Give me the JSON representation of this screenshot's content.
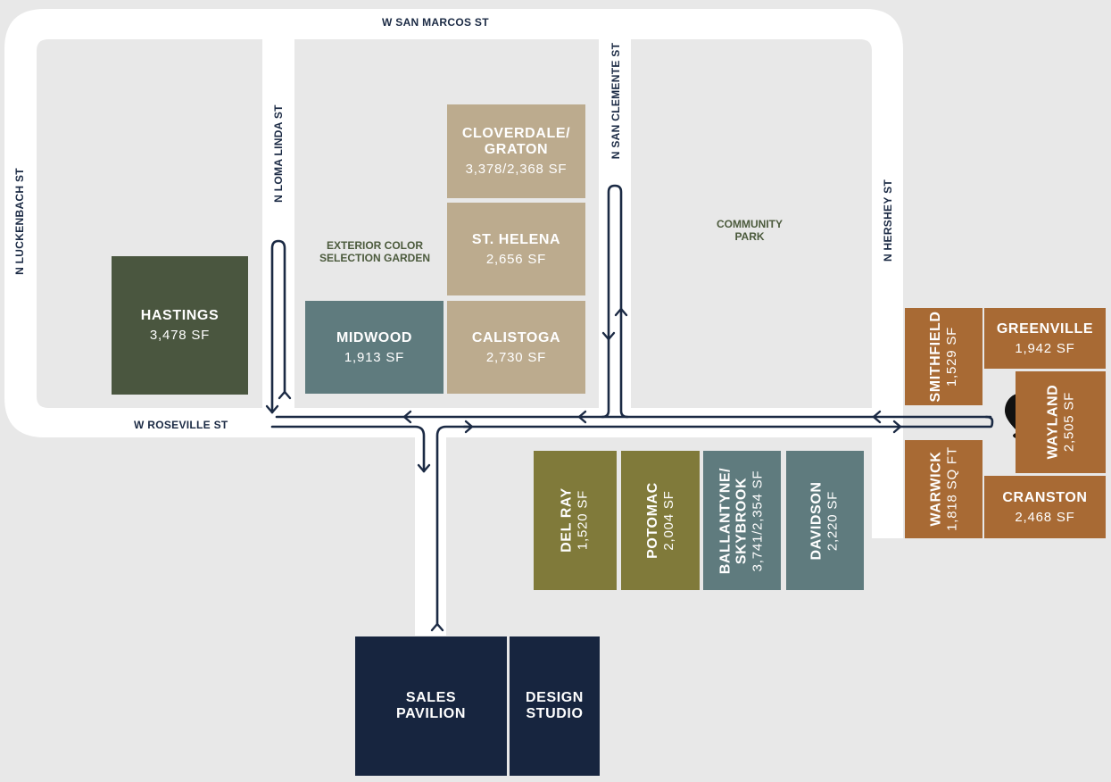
{
  "colors": {
    "background": "#e8e8e8",
    "road": "#ffffff",
    "route": "#1b2a44",
    "tan": "#bcab8e",
    "dark_green": "#4a563f",
    "teal": "#5f7b7e",
    "olive": "#807a3a",
    "copper": "#a86a34",
    "navy": "#17253f"
  },
  "streets": {
    "san_marcos": "W SAN MARCOS ST",
    "roseville": "W ROSEVILLE ST",
    "luckenbach": "N LUCKENBACH ST",
    "loma_linda": "N LOMA LINDA ST",
    "san_clemente": "N SAN CLEMENTE ST",
    "hershey": "N HERSHEY ST"
  },
  "areas": {
    "color_garden": "EXTERIOR COLOR\nSELECTION GARDEN",
    "community_park": "COMMUNITY\nPARK"
  },
  "lots": {
    "cloverdale": {
      "name": "CLOVERDALE/\nGRATON",
      "size": "3,378/2,368 SF"
    },
    "st_helena": {
      "name": "ST. HELENA",
      "size": "2,656 SF"
    },
    "calistoga": {
      "name": "CALISTOGA",
      "size": "2,730 SF"
    },
    "midwood": {
      "name": "MIDWOOD",
      "size": "1,913 SF"
    },
    "hastings": {
      "name": "HASTINGS",
      "size": "3,478 SF"
    },
    "del_ray": {
      "name": "DEL RAY",
      "size": "1,520 SF"
    },
    "potomac": {
      "name": "POTOMAC",
      "size": "2,004 SF"
    },
    "ballantyne": {
      "name": "BALLANTYNE/\nSKYBROOK",
      "size": "3,741/2,354 SF"
    },
    "davidson": {
      "name": "DAVIDSON",
      "size": "2,220 SF"
    },
    "smithfield": {
      "name": "SMITHFIELD",
      "size": "1,529 SF"
    },
    "greenville": {
      "name": "GREENVILLE",
      "size": "1,942 SF"
    },
    "wayland": {
      "name": "WAYLAND",
      "size": "2,505 SF"
    },
    "warwick": {
      "name": "WARWICK",
      "size": "1,818 SQ FT"
    },
    "cranston": {
      "name": "CRANSTON",
      "size": "2,468 SF"
    }
  },
  "buildings": {
    "sales_pavilion": "SALES\nPAVILION",
    "design_studio": "DESIGN\nSTUDIO"
  },
  "markers": {
    "location_pin_icon": "map-pin-icon"
  }
}
